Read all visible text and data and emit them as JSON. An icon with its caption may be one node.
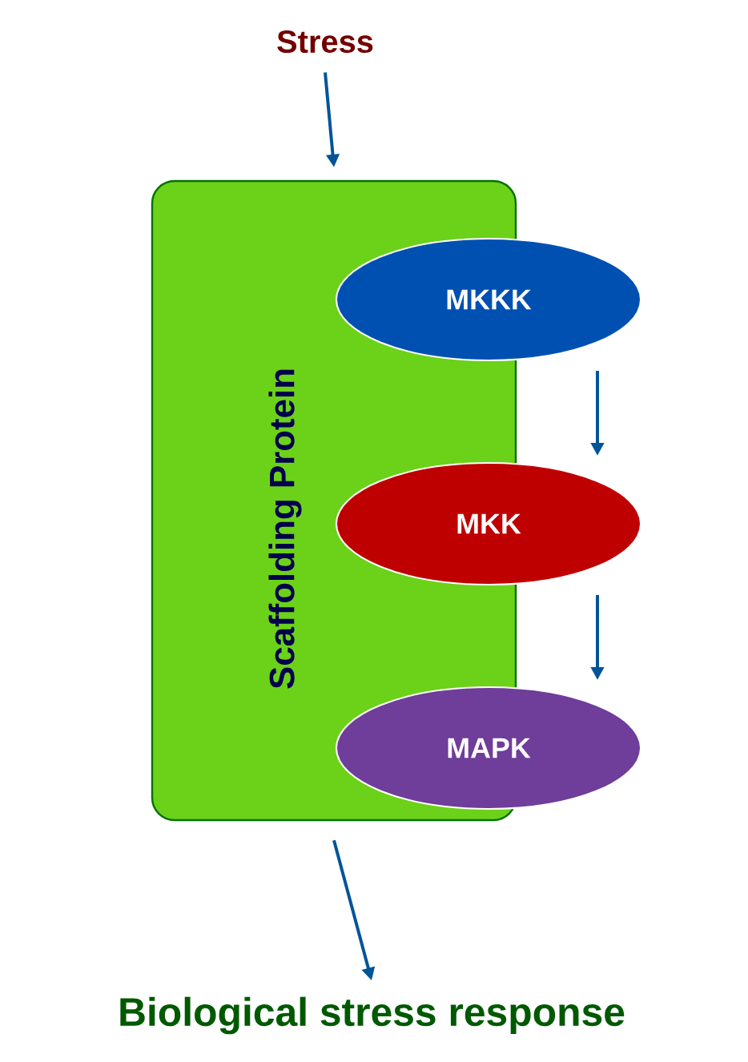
{
  "diagram": {
    "nodes": [
      {
        "text": [
          "Stress"
        ]
      },
      {
        "text": [
          "Scaffolding Protein"
        ]
      },
      {
        "text": [
          "MKKK"
        ]
      },
      {
        "text": [
          "MKK"
        ]
      },
      {
        "text": [
          "MAPK"
        ]
      },
      {
        "text": [
          "Biological stress response"
        ]
      }
    ],
    "edges": [
      {
        "from": 0,
        "to": 1,
        "arrow": "to"
      },
      {
        "from": 2,
        "to": 3,
        "arrow": "to"
      },
      {
        "from": 3,
        "to": 4,
        "arrow": "to"
      },
      {
        "from": 1,
        "to": 5,
        "arrow": "to"
      }
    ]
  }
}
